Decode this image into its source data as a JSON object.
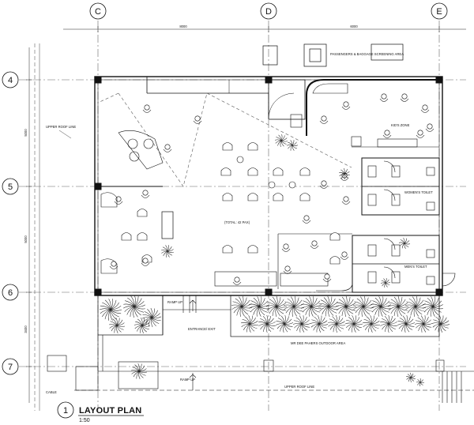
{
  "grid": {
    "columns": [
      "C",
      "D",
      "E"
    ],
    "rows": [
      "4",
      "5",
      "6",
      "7"
    ],
    "dimensions_top": [
      "8000",
      "6000"
    ],
    "dimensions_left": [
      "5000",
      "5000",
      "3400"
    ]
  },
  "labels": {
    "screening": "PASSENGERS & BAGGAGE SCREENING AREA",
    "upper_roof_left": "UPPER ROOF LINE",
    "upper_roof_bottom": "UPPER ROOF LINE",
    "kids_zone": "KID'S ZONE",
    "womens_toilet": "WOMEN'S TOILET",
    "mens_toilet": "MEN'S TOILET",
    "total_pax": "(TOTAL: 42 PAX)",
    "ramp_up_1": "RAMP UP",
    "ramp_up_2": "RAMP UP",
    "entrance": "ENTRANCE/ EXIT",
    "outdoor": "MR DEE PAHERS OUTDOOR AREA",
    "cable": "CABLE"
  },
  "title_block": {
    "number": "1",
    "title": "LAYOUT PLAN",
    "scale": "1:50"
  },
  "colors": {
    "ink": "#111111",
    "dash": "#555555",
    "plant": "#222222"
  }
}
